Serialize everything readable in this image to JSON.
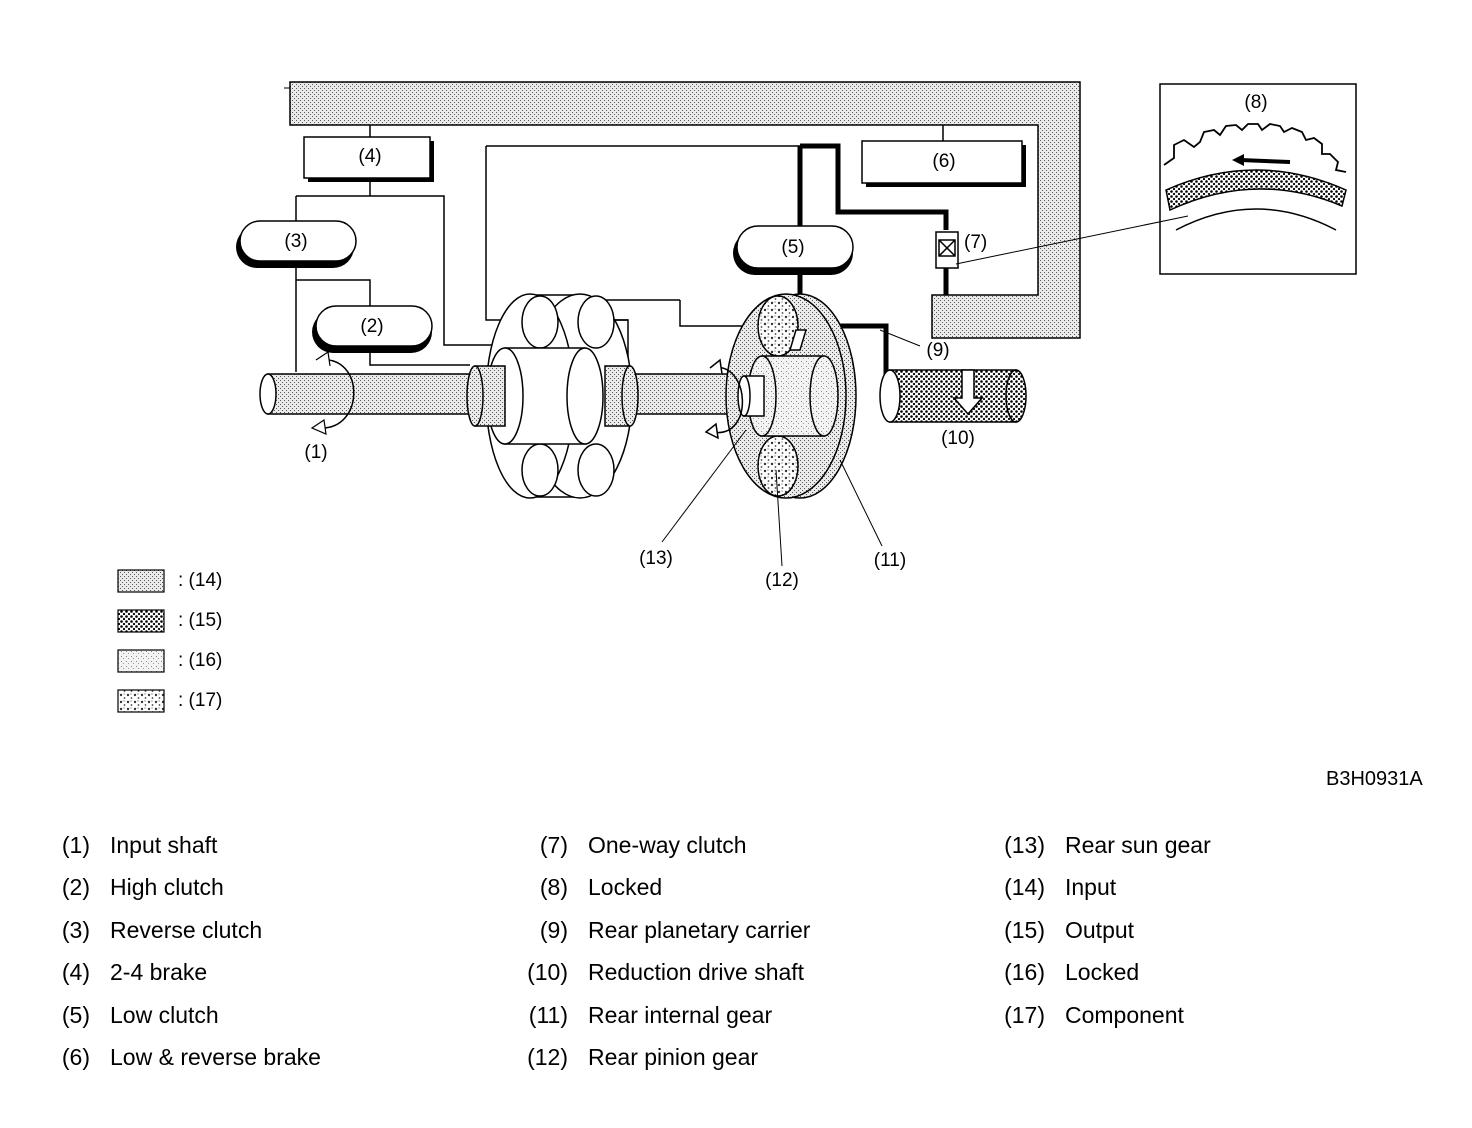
{
  "figure_code": "B3H0931A",
  "callouts": {
    "c1": "(1)",
    "c2": "(2)",
    "c3": "(3)",
    "c4": "(4)",
    "c5": "(5)",
    "c6": "(6)",
    "c7": "(7)",
    "c8": "(8)",
    "c9": "(9)",
    "c10": "(10)",
    "c11": "(11)",
    "c12": "(12)",
    "c13": "(13)"
  },
  "pattern_key": [
    {
      "label": ": (14)",
      "pattern": "fine-dots"
    },
    {
      "label": ": (15)",
      "pattern": "dense-dots"
    },
    {
      "label": ": (16)",
      "pattern": "light-dots"
    },
    {
      "label": ": (17)",
      "pattern": "coarse-dots"
    }
  ],
  "legend_columns": [
    [
      {
        "num": "(1)",
        "text": "Input shaft"
      },
      {
        "num": "(2)",
        "text": "High clutch"
      },
      {
        "num": "(3)",
        "text": "Reverse clutch"
      },
      {
        "num": "(4)",
        "text": "2-4 brake"
      },
      {
        "num": "(5)",
        "text": "Low clutch"
      },
      {
        "num": "(6)",
        "text": "Low & reverse brake"
      }
    ],
    [
      {
        "num": "(7)",
        "text": "One-way clutch"
      },
      {
        "num": "(8)",
        "text": "Locked"
      },
      {
        "num": "(9)",
        "text": "Rear planetary carrier"
      },
      {
        "num": "(10)",
        "text": "Reduction drive shaft"
      },
      {
        "num": "(11)",
        "text": "Rear internal gear"
      },
      {
        "num": "(12)",
        "text": "Rear pinion gear"
      }
    ],
    [
      {
        "num": "(13)",
        "text": "Rear sun gear"
      },
      {
        "num": "(14)",
        "text": "Input"
      },
      {
        "num": "(15)",
        "text": "Output"
      },
      {
        "num": "(16)",
        "text": "Locked"
      },
      {
        "num": "(17)",
        "text": "Component"
      }
    ]
  ]
}
